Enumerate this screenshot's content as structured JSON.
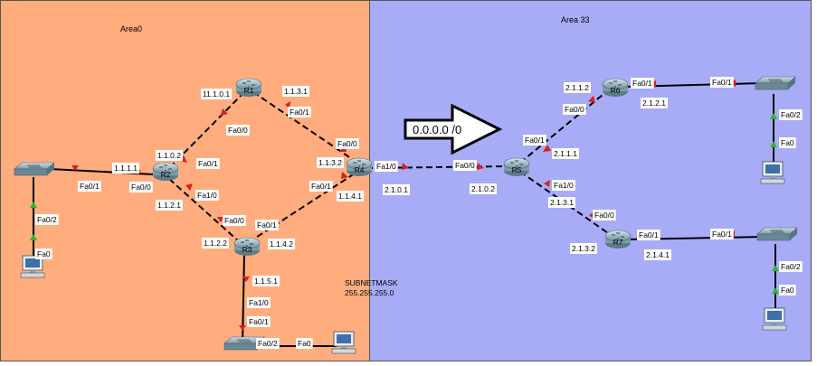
{
  "areas": {
    "left": {
      "title": "Area0",
      "color": "#FFAD7E"
    },
    "right": {
      "title": "Area 33",
      "color": "#A8ACF6"
    }
  },
  "routers": {
    "R1": "R1",
    "R2": "R2",
    "R3": "R3",
    "R4": "R4",
    "R5": "R5",
    "R6": "R6",
    "R7": "R7"
  },
  "default_route": "0.0.0.0 /0",
  "subnet_mask": {
    "line1": "SUBNETMASK",
    "line2": "255.255.255.0"
  },
  "labels": {
    "r1_ip_left": "11.1.0.1",
    "r1_ip_right": "1.1.3.1",
    "r1_fa00": "Fa0/0",
    "r1_fa01": "Fa0/1",
    "r2_ip_top": "1.1.0.2",
    "r2_fa01_top": "Fa0/1",
    "r2_ip_left": "1.1.1.1",
    "r2_fa00": "Fa0/0",
    "r2_ip_bottom": "1.1.2.1",
    "r2_fa10": "Fa1/0",
    "sw1_fa01": "Fa0/1",
    "sw1_fa02": "Fa0/2",
    "pc1_fa0": "Fa0",
    "r3_fa00": "Fa0/0",
    "r3_ip_left": "1.1.2.2",
    "r3_fa01": "Fa0/1",
    "r3_ip_right": "1.1.4.2",
    "r3_ip_bottom": "1.1.5.1",
    "r3_fa10": "Fa1/0",
    "sw2_fa01": "Fa0/1",
    "sw2_fa02": "Fa0/2",
    "pc2_fa0": "Fa0",
    "r4_fa00": "Fa0/0",
    "r4_ip_top": "1.1.3.2",
    "r4_fa10": "Fa1/0",
    "r4_fa01": "Fa0/1",
    "r4_ip_bottom": "1.1.4.1",
    "r4_ip_right": "2.1.0.1",
    "r5_fa00": "Fa0/0",
    "r5_ip_left": "2.1.0.2",
    "r5_fa01": "Fa0/1",
    "r5_ip_top": "2.1.1.1",
    "r5_fa10": "Fa1/0",
    "r5_ip_bottom": "2.1.3.1",
    "r6_ip_left": "2.1.1.2",
    "r6_fa00": "Fa0/0",
    "r6_fa01": "Fa0/1",
    "r6_ip_right": "2.1.2.1",
    "sw3_fa01": "Fa0/1",
    "sw3_fa02": "Fa0/2",
    "pc3_fa0": "Fa0",
    "r7_fa00": "Fa0/0",
    "r7_ip_left": "2.1.3.2",
    "r7_fa01": "Fa0/1",
    "r7_ip_right": "2.1.4.1",
    "sw4_fa01": "Fa0/1",
    "sw4_fa02": "Fa0/2",
    "pc4_fa0": "Fa0"
  }
}
